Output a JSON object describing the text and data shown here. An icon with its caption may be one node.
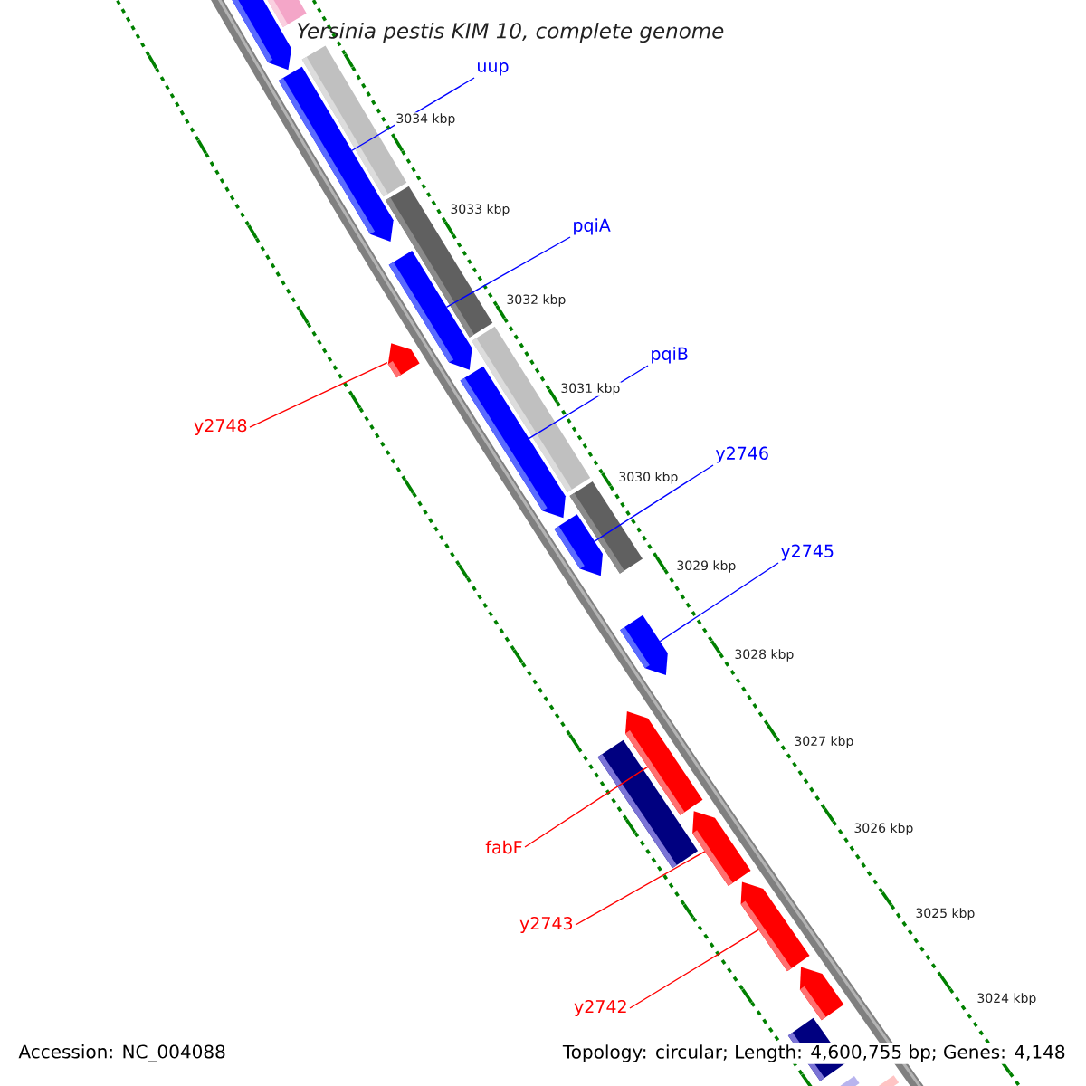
{
  "diagram": {
    "title": "Yersinia pestis KIM 10, complete genome",
    "nodes": [
      {
        "text": [
          "uup"
        ]
      },
      {
        "text": [],
        "shape": "arrow"
      },
      {
        "text": [
          "pqiA"
        ]
      },
      {
        "text": [],
        "shape": "arrow"
      },
      {
        "text": [
          "pqiB"
        ]
      },
      {
        "text": [],
        "shape": "arrow"
      },
      {
        "text": [
          "y2748"
        ]
      },
      {
        "text": [],
        "shape": "arrow"
      },
      {
        "text": [
          "y2746"
        ]
      },
      {
        "text": [],
        "shape": "arrow"
      },
      {
        "text": [
          "y2745"
        ]
      },
      {
        "text": [],
        "shape": "arrow"
      },
      {
        "text": [
          "fabF"
        ]
      },
      {
        "text": [],
        "shape": "arrow"
      },
      {
        "text": [
          "y2743"
        ]
      },
      {
        "text": [],
        "shape": "arrow"
      },
      {
        "text": [
          "y2742"
        ]
      },
      {
        "text": [],
        "shape": "arrow"
      },
      {
        "text": [],
        "shape": "arrow"
      },
      {
        "text": [],
        "shape": "bar"
      },
      {
        "text": [],
        "shape": "bar"
      },
      {
        "text": [],
        "shape": "bar"
      },
      {
        "text": [],
        "shape": "bar"
      },
      {
        "text": [],
        "shape": "bar"
      },
      {
        "text": [],
        "shape": "arrow"
      },
      {
        "text": [],
        "shape": "bar"
      },
      {
        "text": [],
        "shape": "bar"
      },
      {
        "text": [],
        "shape": "bar"
      },
      {
        "text": [],
        "shape": "bar"
      }
    ],
    "edges": [
      {
        "from": 0,
        "to": 1,
        "arrow": "none",
        "color": "#0000ff"
      },
      {
        "from": 2,
        "to": 3,
        "arrow": "none",
        "color": "#0000ff"
      },
      {
        "from": 4,
        "to": 5,
        "arrow": "none",
        "color": "#0000ff"
      },
      {
        "from": 6,
        "to": 7,
        "arrow": "none",
        "color": "#ff0000"
      },
      {
        "from": 8,
        "to": 9,
        "arrow": "none",
        "color": "#0000ff"
      },
      {
        "from": 10,
        "to": 11,
        "arrow": "none",
        "color": "#0000ff"
      },
      {
        "from": 12,
        "to": 13,
        "arrow": "none",
        "color": "#ff0000"
      },
      {
        "from": 14,
        "to": 15,
        "arrow": "none",
        "color": "#ff0000"
      },
      {
        "from": 16,
        "to": 17,
        "arrow": "none",
        "color": "#ff0000"
      }
    ],
    "labels": [
      "3034 kbp",
      "3033 kbp",
      "3032 kbp",
      "3031 kbp",
      "3030 kbp",
      "3029 kbp",
      "3028 kbp",
      "3027 kbp",
      "3026 kbp",
      "3025 kbp",
      "3024 kbp",
      "Accession: NC_004088",
      "Topology: circular; Length: 4,600,755 bp; Genes: 4,148"
    ]
  }
}
